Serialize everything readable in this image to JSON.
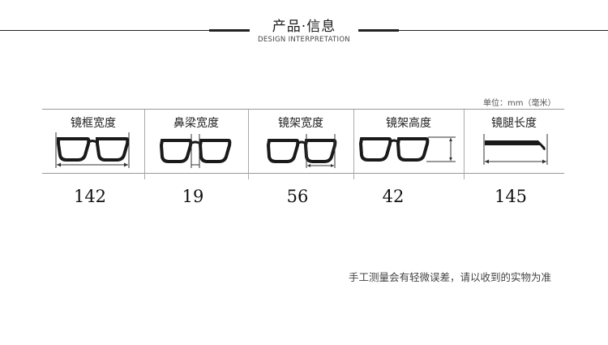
{
  "header": {
    "title": "产品·信息",
    "subtitle": "DESIGN INTERPRETATION"
  },
  "unit_label": "单位：mm（毫米）",
  "specs": [
    {
      "label": "镜框宽度",
      "value": "142",
      "icon": "frame-width-icon"
    },
    {
      "label": "鼻梁宽度",
      "value": "19",
      "icon": "bridge-width-icon"
    },
    {
      "label": "镜架宽度",
      "value": "56",
      "icon": "lens-width-icon"
    },
    {
      "label": "镜架高度",
      "value": "42",
      "icon": "lens-height-icon"
    },
    {
      "label": "镜腿长度",
      "value": "145",
      "icon": "temple-length-icon"
    }
  ],
  "footnote": "手工测量会有轻微误差，请以收到的实物为准",
  "colors": {
    "line": "#222222",
    "frame": "#1a1a1a",
    "divider": "#aaaaaa"
  }
}
